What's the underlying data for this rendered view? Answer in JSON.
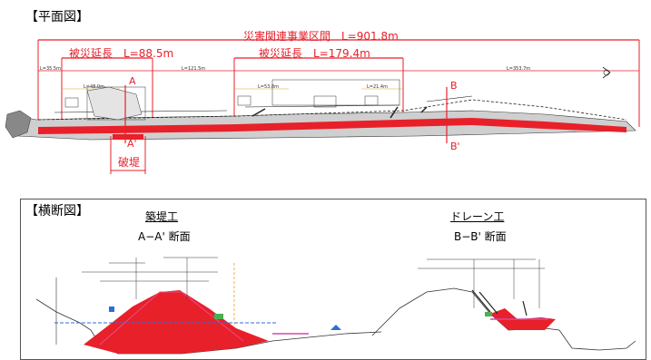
{
  "plan": {
    "title": "【平面図】",
    "total_label": "災害関連事業区間　L=901.8m",
    "damage1_label": "被災延長　L=88.5m",
    "damage2_label": "被災延長　L=179.4m",
    "dist_labels": [
      "L=35.5m",
      "L=121.5m",
      "L=353.7m",
      "L=48.0m",
      "L=53.8m",
      "L=21.4m"
    ],
    "section_a": "A",
    "section_a2": "A'",
    "section_b": "B",
    "section_b2": "B'",
    "break_label": "破堤"
  },
  "cross": {
    "title": "【横断図】",
    "left_heading": "築堤工",
    "left_sub": "A−A' 断面",
    "right_heading": "ドレーン工",
    "right_sub": "B−B' 断面"
  },
  "colors": {
    "accent": "#e8202a",
    "pink": "#d14aa6",
    "blue": "#2b6fd6"
  }
}
